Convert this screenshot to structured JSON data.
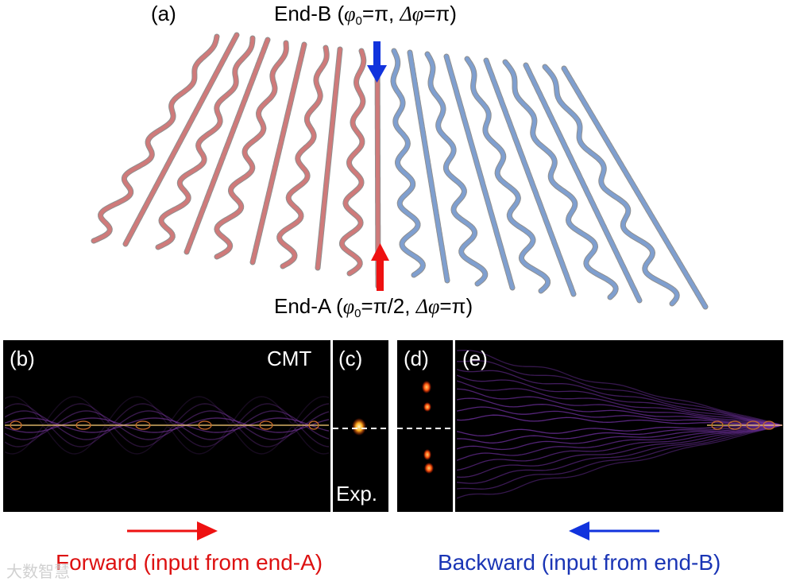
{
  "panel_a": {
    "label": "(a)",
    "end_b": {
      "prefix": "End-B (",
      "phi": "φ",
      "sub": "0",
      "phi0_value": "=π, ",
      "dphi": "Δφ",
      "dphi_value": "=π)"
    },
    "end_a": {
      "prefix": "End-A (",
      "phi": "φ",
      "sub": "0",
      "phi0_value": "=π/2, ",
      "dphi": "Δφ",
      "dphi_value": "=π)"
    },
    "colors": {
      "left_waveguides": "#cf7a7a",
      "right_waveguides": "#7f9fcf",
      "arrow_b": "#1133dd",
      "arrow_a": "#ee1111"
    }
  },
  "panel_b": {
    "label": "(b)",
    "tag": "CMT"
  },
  "panel_c": {
    "label": "(c)",
    "tag": "Exp."
  },
  "panel_d": {
    "label": "(d)"
  },
  "panel_e": {
    "label": "(e)"
  },
  "captions": {
    "forward": "Forward (input from end-A)",
    "backward": "Backward (input from end-B)",
    "forward_color": "#dd1111",
    "backward_color": "#1a35b5"
  },
  "watermark": "大数智慧"
}
